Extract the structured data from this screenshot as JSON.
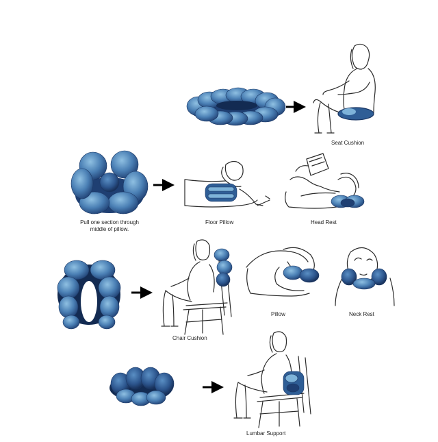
{
  "colors": {
    "pillow_dark": "#1f3f72",
    "pillow_mid": "#3f73a8",
    "pillow_light": "#7eb3d9",
    "line": "#2a2a2a",
    "arrow": "#000000"
  },
  "labels": {
    "seat_cushion": "Seat Cushion",
    "pull_note": "Pull one section through middle of pillow.",
    "floor_pillow": "Floor Pillow",
    "head_rest": "Head Rest",
    "chair_cushion": "Chair Cushion",
    "pillow": "Pillow",
    "neck_rest": "Neck Rest",
    "lumbar_support": "Lumbar Support"
  },
  "icons": {
    "arrow": "right-arrow-icon",
    "pillow_ring": "donut-pillow-icon",
    "pillow_flower": "flower-pillow-icon",
    "pillow_u": "u-shape-pillow-icon",
    "pillow_roll": "roll-pillow-icon",
    "person": "person-line-drawing-icon"
  }
}
